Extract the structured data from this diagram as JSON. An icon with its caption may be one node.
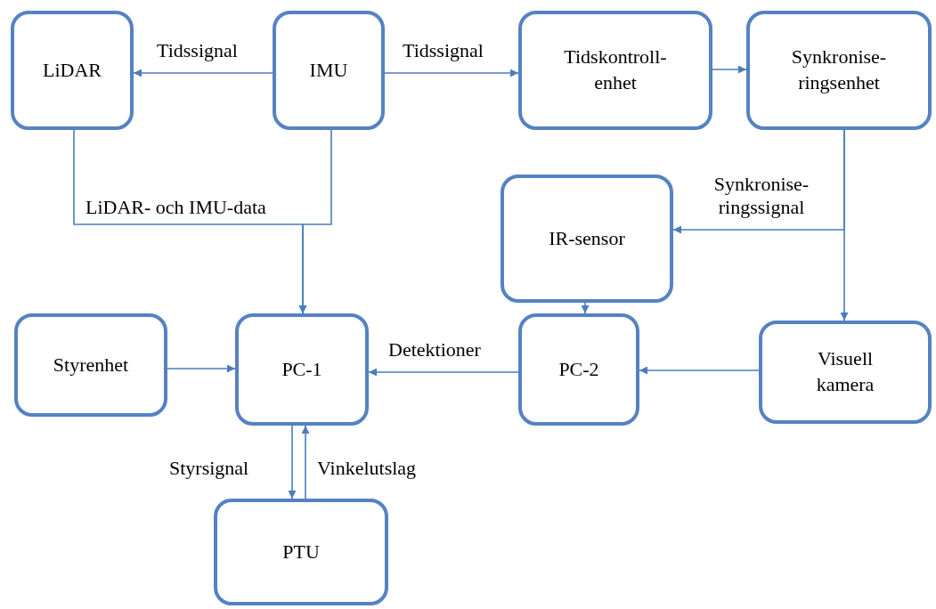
{
  "diagram": {
    "nodes": [
      {
        "text": [
          "LiDAR"
        ]
      },
      {
        "text": [
          "IMU"
        ]
      },
      {
        "text": [
          "Tidskontroll- enhet"
        ]
      },
      {
        "text": [
          "Synkronise- ringsenhet"
        ]
      },
      {
        "text": [
          "IR-sensor"
        ]
      },
      {
        "text": [
          "Styrenhet"
        ]
      },
      {
        "text": [
          "PC-1"
        ]
      },
      {
        "text": [
          "PC-2"
        ]
      },
      {
        "text": [
          "Visuell kamera"
        ]
      },
      {
        "text": [
          "PTU"
        ]
      }
    ],
    "edges": [
      {
        "from": 1,
        "to": 0,
        "arrow": "to",
        "label": "Tidssignal"
      },
      {
        "from": 1,
        "to": 2,
        "arrow": "to",
        "label": "Tidssignal"
      },
      {
        "from": 2,
        "to": 3,
        "arrow": "to"
      },
      {
        "from": 3,
        "to": 4,
        "arrow": "to",
        "label": "Synkronise- ringssignal"
      },
      {
        "from": 3,
        "to": 8,
        "arrow": "to"
      },
      {
        "from": 0,
        "to": 6,
        "arrow": "to",
        "label": "LiDAR- och IMU-data"
      },
      {
        "from": 1,
        "to": 6,
        "arrow": "to"
      },
      {
        "from": 4,
        "to": 7,
        "arrow": "to"
      },
      {
        "from": 5,
        "to": 6,
        "arrow": "to"
      },
      {
        "from": 7,
        "to": 6,
        "arrow": "to",
        "label": "Detektioner"
      },
      {
        "from": 8,
        "to": 7,
        "arrow": "to"
      },
      {
        "from": 6,
        "to": 9,
        "arrow": "to",
        "label": "Styrsignal"
      },
      {
        "from": 9,
        "to": 6,
        "arrow": "to",
        "label": "Vinkelutslag"
      }
    ]
  }
}
